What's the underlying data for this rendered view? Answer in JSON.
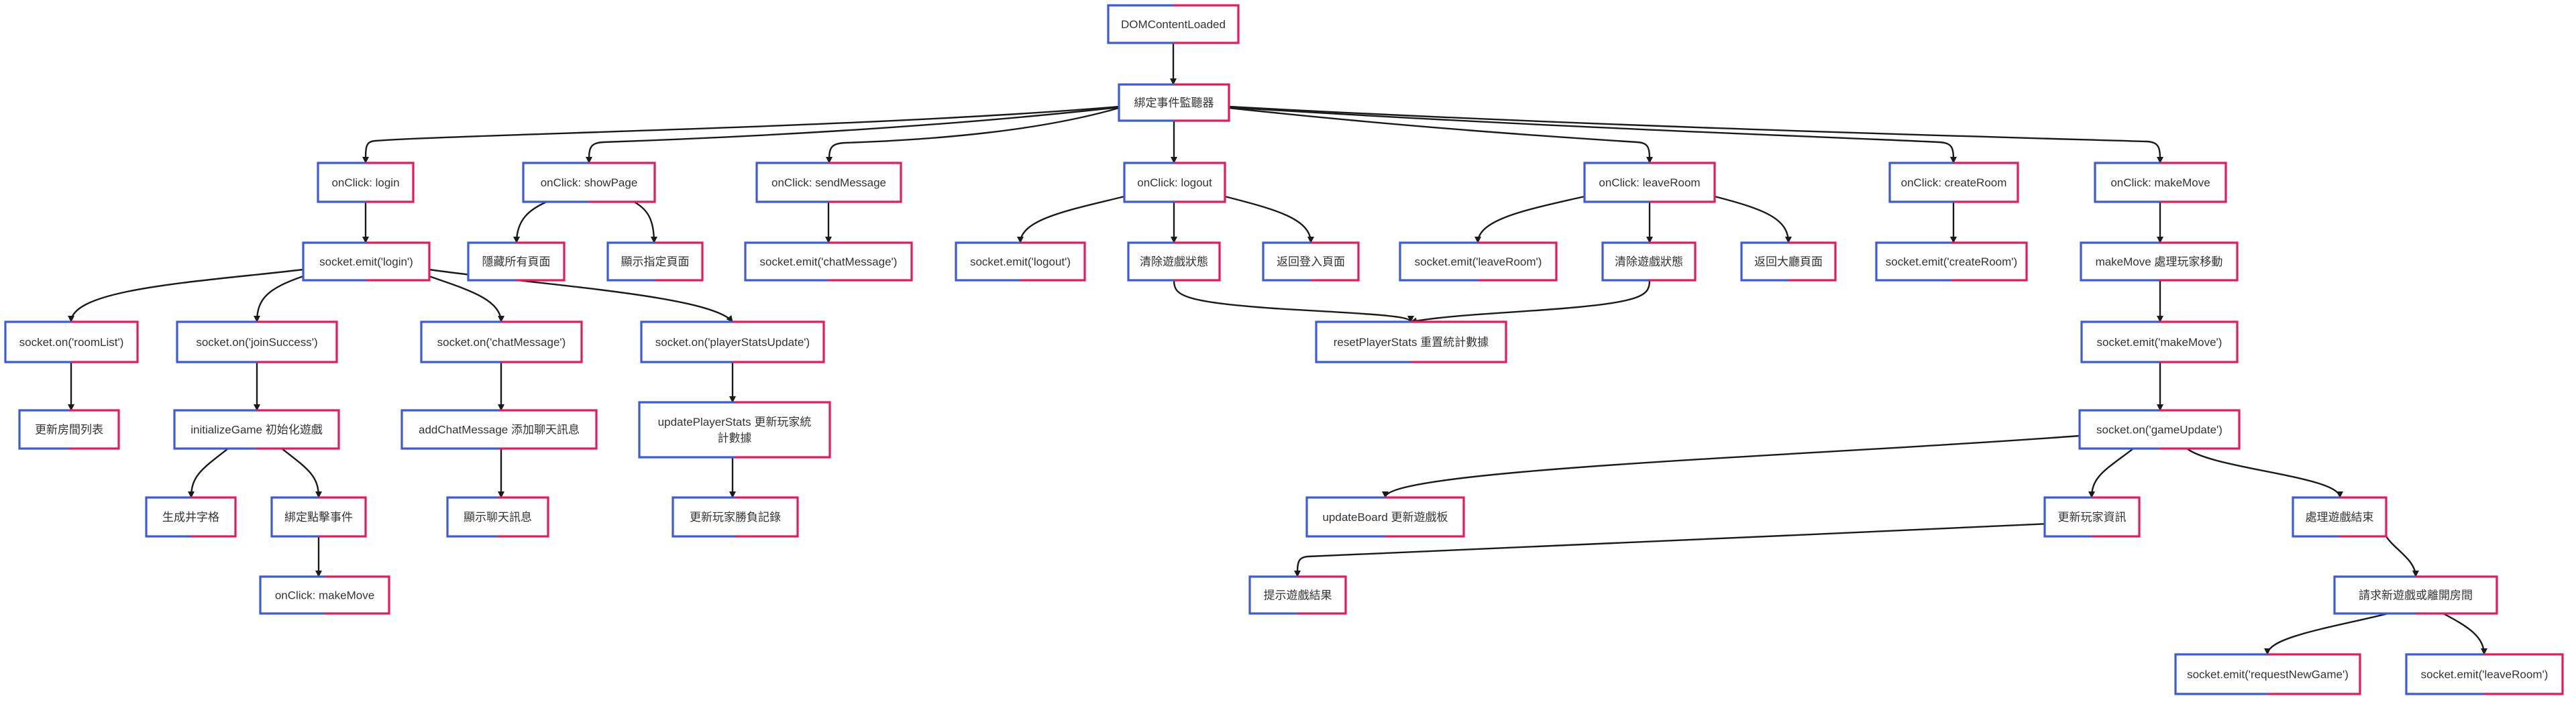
{
  "style": {
    "border_left": "#3b5bdb",
    "border_right": "#e6195b",
    "edge": "#1a1a1a"
  },
  "nodes": {
    "dom_loaded": [
      "DOMContentLoaded"
    ],
    "bind_listeners": [
      "綁定事件監聽器"
    ],
    "onclick_login": [
      "onClick: login"
    ],
    "onclick_showpage": [
      "onClick: showPage"
    ],
    "onclick_sendmessage": [
      "onClick: sendMessage"
    ],
    "onclick_logout": [
      "onClick: logout"
    ],
    "onclick_leaveroom": [
      "onClick: leaveRoom"
    ],
    "onclick_createroom": [
      "onClick: createRoom"
    ],
    "onclick_makemove": [
      "onClick: makeMove"
    ],
    "emit_login": [
      "socket.emit('login')"
    ],
    "hide_pages": [
      "隱藏所有頁面"
    ],
    "show_page": [
      "顯示指定頁面"
    ],
    "emit_chatmessage": [
      "socket.emit('chatMessage')"
    ],
    "emit_logout": [
      "socket.emit('logout')"
    ],
    "clear_state_a": [
      "清除遊戲狀態"
    ],
    "back_login": [
      "返回登入頁面"
    ],
    "emit_leaveroom": [
      "socket.emit('leaveRoom')"
    ],
    "clear_state_b": [
      "清除遊戲狀態"
    ],
    "back_lobby": [
      "返回大廳頁面"
    ],
    "emit_createroom": [
      "socket.emit('createRoom')"
    ],
    "makemove_handle": [
      "makeMove 處理玩家移動"
    ],
    "on_roomlist": [
      "socket.on('roomList')"
    ],
    "on_joinsuccess": [
      "socket.on('joinSuccess')"
    ],
    "on_chatmessage": [
      "socket.on('chatMessage')"
    ],
    "on_playerstats": [
      "socket.on('playerStatsUpdate')"
    ],
    "reset_stats": [
      "resetPlayerStats 重置統計數據"
    ],
    "emit_makemove": [
      "socket.emit('makeMove')"
    ],
    "update_roomlist": [
      "更新房間列表"
    ],
    "init_game": [
      "initializeGame 初始化遊戲"
    ],
    "add_chat": [
      "addChatMessage 添加聊天訊息"
    ],
    "update_stats": [
      "updatePlayerStats 更新玩家統",
      "計數據"
    ],
    "on_gameupdate": [
      "socket.on('gameUpdate')"
    ],
    "gen_grid": [
      "生成井字格"
    ],
    "bind_click": [
      "綁定點擊事件"
    ],
    "show_chat": [
      "顯示聊天訊息"
    ],
    "update_record": [
      "更新玩家勝負記錄"
    ],
    "update_board": [
      "updateBoard 更新遊戲板"
    ],
    "update_player": [
      "更新玩家資訊"
    ],
    "handle_end": [
      "處理遊戲結束"
    ],
    "onclick_makemove_2": [
      "onClick: makeMove"
    ],
    "show_result": [
      "提示遊戲結果"
    ],
    "request_new": [
      "請求新遊戲或離開房間"
    ],
    "emit_requestnew": [
      "socket.emit('requestNewGame')"
    ],
    "emit_leaveroom_2": [
      "socket.emit('leaveRoom')"
    ]
  }
}
